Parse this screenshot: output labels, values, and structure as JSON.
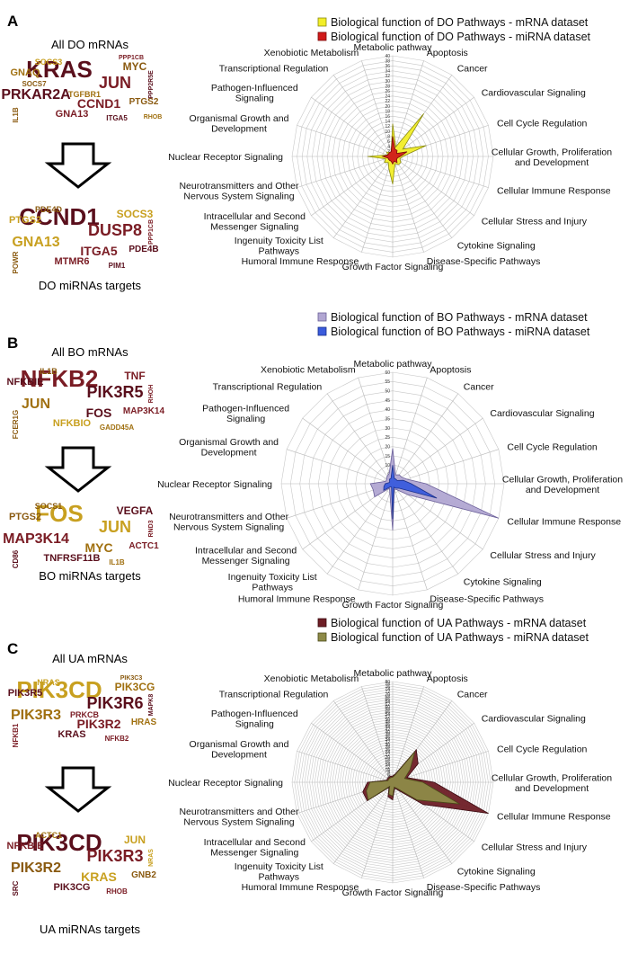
{
  "categories": [
    "Metabolic pathway",
    "Apoptosis",
    "Cancer",
    "Cardiovascular Signaling",
    "Cell Cycle Regulation",
    "Cellular Growth, Proliferation and Development",
    "Cellular Immune Response",
    "Cellular Stress and Injury",
    "Cytokine Signaling",
    "Disease-Specific Pathways",
    "Growth Factor Signaling",
    "Humoral Immune Response",
    "Ingenuity Toxicity List Pathways",
    "Intracellular and Second Messenger Signaling",
    "Neurotransmitters and Other Nervous System Signaling",
    "Nuclear Receptor Signaling",
    "Organismal Growth and Development",
    "Pathogen-Influenced Signaling",
    "Transcriptional Regulation",
    "Xenobiotic Metabolism"
  ],
  "panels": [
    {
      "letter": "A",
      "cloud_title": "All DO mRNAs",
      "cloud_subtitle": "DO miRNAs targets",
      "cloud_words_top": [
        {
          "t": "KRAS",
          "c": "#5a0f1c"
        },
        {
          "t": "JUN",
          "c": "#7a1c24"
        },
        {
          "t": "PRKAR2A",
          "c": "#5a0f1c"
        },
        {
          "t": "CCND1",
          "c": "#7a1c24"
        },
        {
          "t": "MYC",
          "c": "#8a5a10"
        },
        {
          "t": "GNAQ",
          "c": "#a07010"
        },
        {
          "t": "GNA13",
          "c": "#7a1c24"
        },
        {
          "t": "PTGS2",
          "c": "#8a5a10"
        },
        {
          "t": "SOCS3",
          "c": "#c8a020"
        },
        {
          "t": "ITGA5",
          "c": "#5a0f1c"
        },
        {
          "t": "IL1B",
          "c": "#8a5a10"
        },
        {
          "t": "PPP2R5E",
          "c": "#5a0f1c"
        },
        {
          "t": "TGFBR1",
          "c": "#a07010"
        },
        {
          "t": "PPP1CB",
          "c": "#7a1c24"
        },
        {
          "t": "SOCS7",
          "c": "#8a5a10"
        },
        {
          "t": "RHOB",
          "c": "#a07010"
        }
      ],
      "cloud_words_bottom": [
        {
          "t": "CCND1",
          "c": "#5a0f1c"
        },
        {
          "t": "DUSP8",
          "c": "#7a1c24"
        },
        {
          "t": "GNA13",
          "c": "#c8a020"
        },
        {
          "t": "ITGA5",
          "c": "#7a1c24"
        },
        {
          "t": "SOCS3",
          "c": "#c8a020"
        },
        {
          "t": "PTGS2",
          "c": "#c8a020"
        },
        {
          "t": "MTMR6",
          "c": "#7a1c24"
        },
        {
          "t": "PDE4B",
          "c": "#5a0f1c"
        },
        {
          "t": "PDE4D",
          "c": "#8a5a10"
        },
        {
          "t": "PIM1",
          "c": "#5a0f1c"
        },
        {
          "t": "POWR",
          "c": "#8a5a10"
        },
        {
          "t": "PPP1CB",
          "c": "#7a1c24"
        }
      ],
      "chart_data": {
        "type": "radar",
        "rmax": 40,
        "ticks": [
          2,
          4,
          6,
          8,
          10,
          12,
          14,
          16,
          18,
          20,
          22,
          24,
          26,
          28,
          30,
          32,
          34,
          36,
          38,
          40
        ],
        "series": [
          {
            "name": "Biological function of DO Pathways - mRNA dataset",
            "color": "#f2ee28",
            "stroke": "#8a8a10",
            "values": [
              13,
              4,
              21,
              5,
              14,
              4,
              3,
              4,
              4,
              3,
              11,
              5,
              3,
              4,
              3,
              10,
              2,
              3,
              2,
              2
            ]
          },
          {
            "name": "Biological function of DO Pathways - miRNA dataset",
            "color": "#d01a1a",
            "stroke": "#7a0a0a",
            "values": [
              8,
              3,
              3,
              2,
              6,
              3,
              2,
              2,
              3,
              2,
              3,
              2,
              2,
              2,
              2,
              4,
              2,
              2,
              2,
              2
            ]
          }
        ]
      }
    },
    {
      "letter": "B",
      "cloud_title": "All BO mRNAs",
      "cloud_subtitle": "BO miRNAs targets",
      "cloud_words_top": [
        {
          "t": "NFKB2",
          "c": "#7a1c24"
        },
        {
          "t": "PIK3R5",
          "c": "#5a0f1c"
        },
        {
          "t": "JUN",
          "c": "#a07010"
        },
        {
          "t": "FOS",
          "c": "#5a0f1c"
        },
        {
          "t": "TNF",
          "c": "#7a1c24"
        },
        {
          "t": "NFKBIE",
          "c": "#5a0f1c"
        },
        {
          "t": "NFKBIO",
          "c": "#c8a020"
        },
        {
          "t": "MAP3K14",
          "c": "#7a1c24"
        },
        {
          "t": "IL1B",
          "c": "#8a5a10"
        },
        {
          "t": "GADD45A",
          "c": "#a07010"
        },
        {
          "t": "FCER1G",
          "c": "#8a5a10"
        },
        {
          "t": "RHOH",
          "c": "#7a1c24"
        }
      ],
      "cloud_words_bottom": [
        {
          "t": "FOS",
          "c": "#c8a020"
        },
        {
          "t": "JUN",
          "c": "#c8a020"
        },
        {
          "t": "MAP3K14",
          "c": "#7a1c24"
        },
        {
          "t": "MYC",
          "c": "#a07010"
        },
        {
          "t": "VEGFA",
          "c": "#5a0f1c"
        },
        {
          "t": "PTGS2",
          "c": "#8a5a10"
        },
        {
          "t": "TNFRSF11B",
          "c": "#5a0f1c"
        },
        {
          "t": "ACTC1",
          "c": "#7a1c24"
        },
        {
          "t": "SOCS1",
          "c": "#8a5a10"
        },
        {
          "t": "IL1B",
          "c": "#a07010"
        },
        {
          "t": "CD86",
          "c": "#5a0f1c"
        },
        {
          "t": "RND3",
          "c": "#7a1c24"
        }
      ],
      "chart_data": {
        "type": "radar",
        "rmax": 60,
        "ticks": [
          5,
          10,
          15,
          20,
          25,
          30,
          35,
          40,
          45,
          50,
          55,
          60
        ],
        "series": [
          {
            "name": "Biological function of BO Pathways - mRNA dataset",
            "color": "#b1a6d2",
            "stroke": "#6a5f98",
            "values": [
              19,
              5,
              6,
              6,
              8,
              18,
              60,
              10,
              4,
              3,
              25,
              5,
              3,
              12,
              11,
              12,
              4,
              4,
              5,
              6
            ]
          },
          {
            "name": "Biological function of BO Pathways - miRNA dataset",
            "color": "#3a5bdc",
            "stroke": "#1a2f8a",
            "values": [
              10,
              3,
              3,
              3,
              6,
              10,
              25,
              4,
              3,
              2,
              19,
              2,
              2,
              6,
              5,
              4,
              2,
              2,
              3,
              3
            ]
          }
        ]
      }
    },
    {
      "letter": "C",
      "cloud_title": "All UA mRNAs",
      "cloud_subtitle": "UA miRNAs targets",
      "cloud_words_top": [
        {
          "t": "PIK3CD",
          "c": "#c8a020"
        },
        {
          "t": "PIK3R6",
          "c": "#5a0f1c"
        },
        {
          "t": "PIK3R3",
          "c": "#a07010"
        },
        {
          "t": "PIK3R2",
          "c": "#7a1c24"
        },
        {
          "t": "PIK3CG",
          "c": "#a07010"
        },
        {
          "t": "PIK3R5",
          "c": "#5a0f1c"
        },
        {
          "t": "KRAS",
          "c": "#5a0f1c"
        },
        {
          "t": "HRAS",
          "c": "#a07010"
        },
        {
          "t": "NRAS",
          "c": "#c8a020"
        },
        {
          "t": "NFKB2",
          "c": "#7a1c24"
        },
        {
          "t": "NFKB1",
          "c": "#7a1c24"
        },
        {
          "t": "MAPK8",
          "c": "#5a0f1c"
        },
        {
          "t": "PRKCB",
          "c": "#7a1c24"
        },
        {
          "t": "PIK3C3",
          "c": "#8a5a10"
        }
      ],
      "cloud_words_bottom": [
        {
          "t": "PIK3CD",
          "c": "#5a0f1c"
        },
        {
          "t": "PIK3R3",
          "c": "#7a1c24"
        },
        {
          "t": "PIK3R2",
          "c": "#8a5a10"
        },
        {
          "t": "KRAS",
          "c": "#c8a020"
        },
        {
          "t": "JUN",
          "c": "#c8a020"
        },
        {
          "t": "NFKBIE",
          "c": "#7a1c24"
        },
        {
          "t": "PIK3CG",
          "c": "#5a0f1c"
        },
        {
          "t": "GNB2",
          "c": "#8a5a10"
        },
        {
          "t": "ACTC1",
          "c": "#a07010"
        },
        {
          "t": "RHOB",
          "c": "#7a1c24"
        },
        {
          "t": "SRC",
          "c": "#5a0f1c"
        },
        {
          "t": "NRAS",
          "c": "#c8a020"
        }
      ],
      "chart_data": {
        "type": "radar",
        "rmax": 80,
        "ticks": [
          2,
          4,
          6,
          8,
          10,
          12,
          14,
          16,
          18,
          20,
          22,
          24,
          26,
          28,
          30,
          32,
          34,
          36,
          38,
          40,
          42,
          44,
          46,
          48,
          50,
          52,
          54,
          56,
          58,
          60,
          62,
          64,
          66,
          68,
          70,
          72,
          74,
          76,
          78,
          80
        ],
        "series": [
          {
            "name": "Biological function of UA Pathways - mRNA dataset",
            "color": "#6e1e26",
            "stroke": "#3a0a10",
            "values": [
              5,
              7,
              32,
              25,
              12,
              33,
              80,
              30,
              8,
              5,
              14,
              12,
              5,
              25,
              25,
              20,
              5,
              5,
              5,
              5
            ]
          },
          {
            "name": "Biological function of UA Pathways - miRNA dataset",
            "color": "#8d8a48",
            "stroke": "#4a4818",
            "values": [
              4,
              6,
              30,
              17,
              10,
              24,
              56,
              24,
              6,
              4,
              11,
              10,
              4,
              24,
              22,
              18,
              4,
              4,
              4,
              4
            ]
          }
        ]
      }
    }
  ]
}
